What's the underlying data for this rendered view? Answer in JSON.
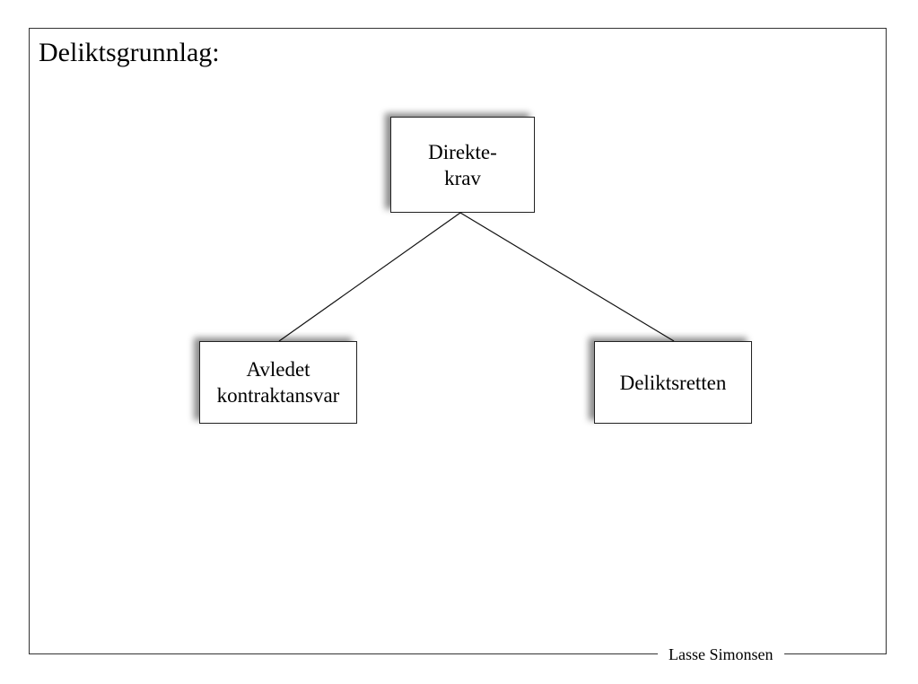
{
  "slide": {
    "title": "Deliktsgrunnlag:",
    "footer": "Lasse Simonsen"
  },
  "diagram": {
    "root": {
      "lines": [
        "Direkte-",
        "krav"
      ]
    },
    "children": [
      {
        "lines": [
          "Avledet",
          "kontraktansvar"
        ]
      },
      {
        "lines": [
          "Deliktsretten"
        ]
      }
    ]
  }
}
